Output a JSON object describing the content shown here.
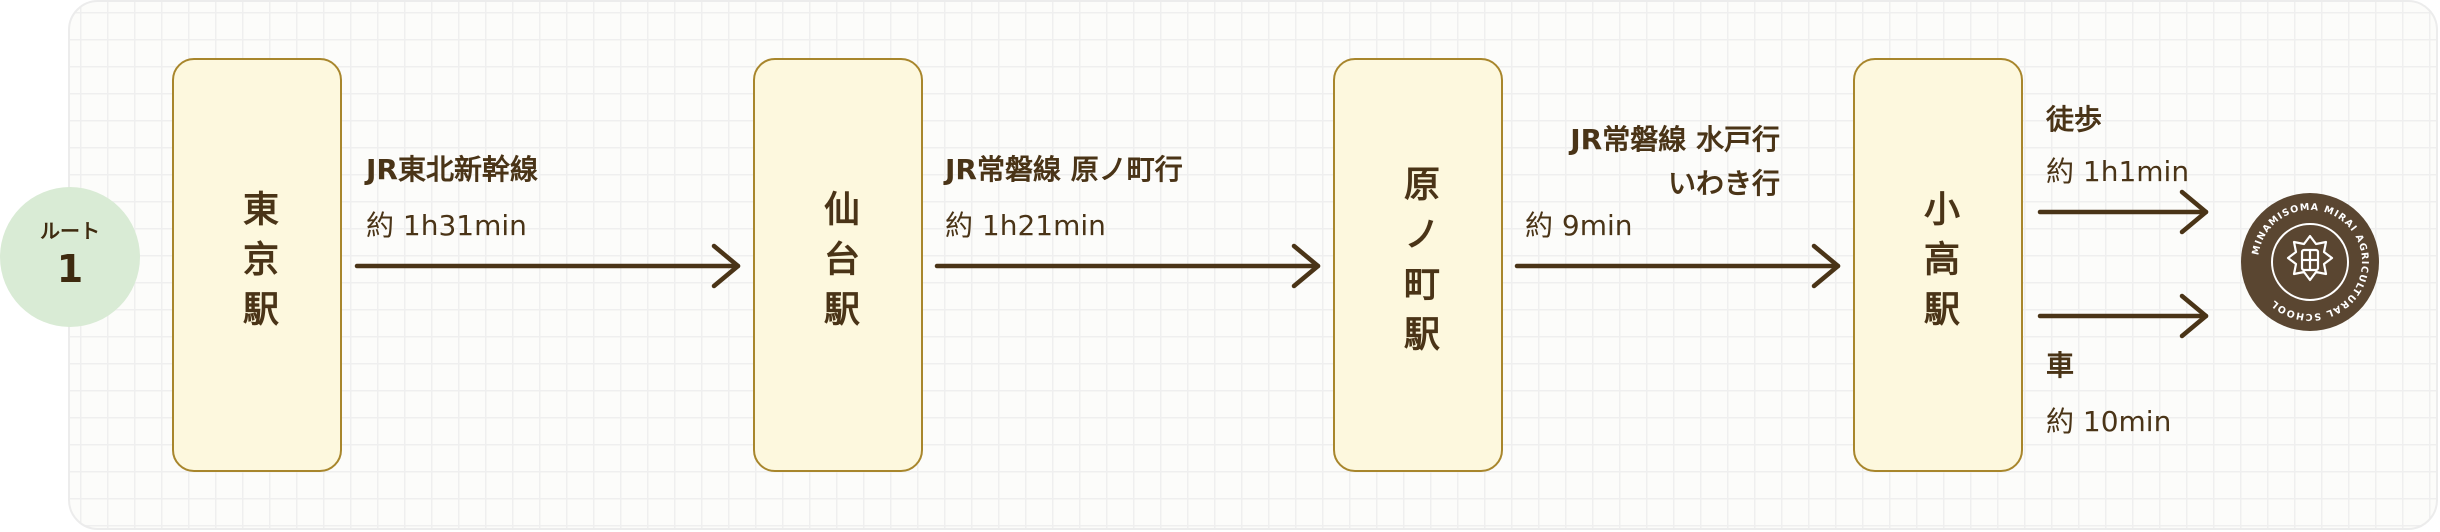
{
  "route": {
    "label": "ルート",
    "number": "1"
  },
  "stations": [
    {
      "name": "東京駅"
    },
    {
      "name": "仙台駅"
    },
    {
      "name": "原ノ町駅"
    },
    {
      "name": "小高駅"
    }
  ],
  "segments": [
    {
      "line": "JR東北新幹線",
      "duration": "約 1h31min"
    },
    {
      "line": "JR常磐線 原ノ町行",
      "duration": "約 1h21min"
    },
    {
      "line_1": "JR常磐線 水戸行",
      "line_2": "いわき行",
      "duration": "約 9min"
    }
  ],
  "last_leg": {
    "walk": {
      "mode": "徒歩",
      "duration": "約 1h1min"
    },
    "car": {
      "mode": "車",
      "duration": "約 10min"
    }
  },
  "logo": {
    "text": "MINAMISOMA MIRAI AGRICULTURAL SCHOOL",
    "icon": "school-emblem-icon"
  },
  "colors": {
    "accent": "#4a3417",
    "station_fill": "#fdf8de",
    "station_border": "#a8862c",
    "route_badge": "#d9ebd5",
    "logo": "#5a4631"
  }
}
